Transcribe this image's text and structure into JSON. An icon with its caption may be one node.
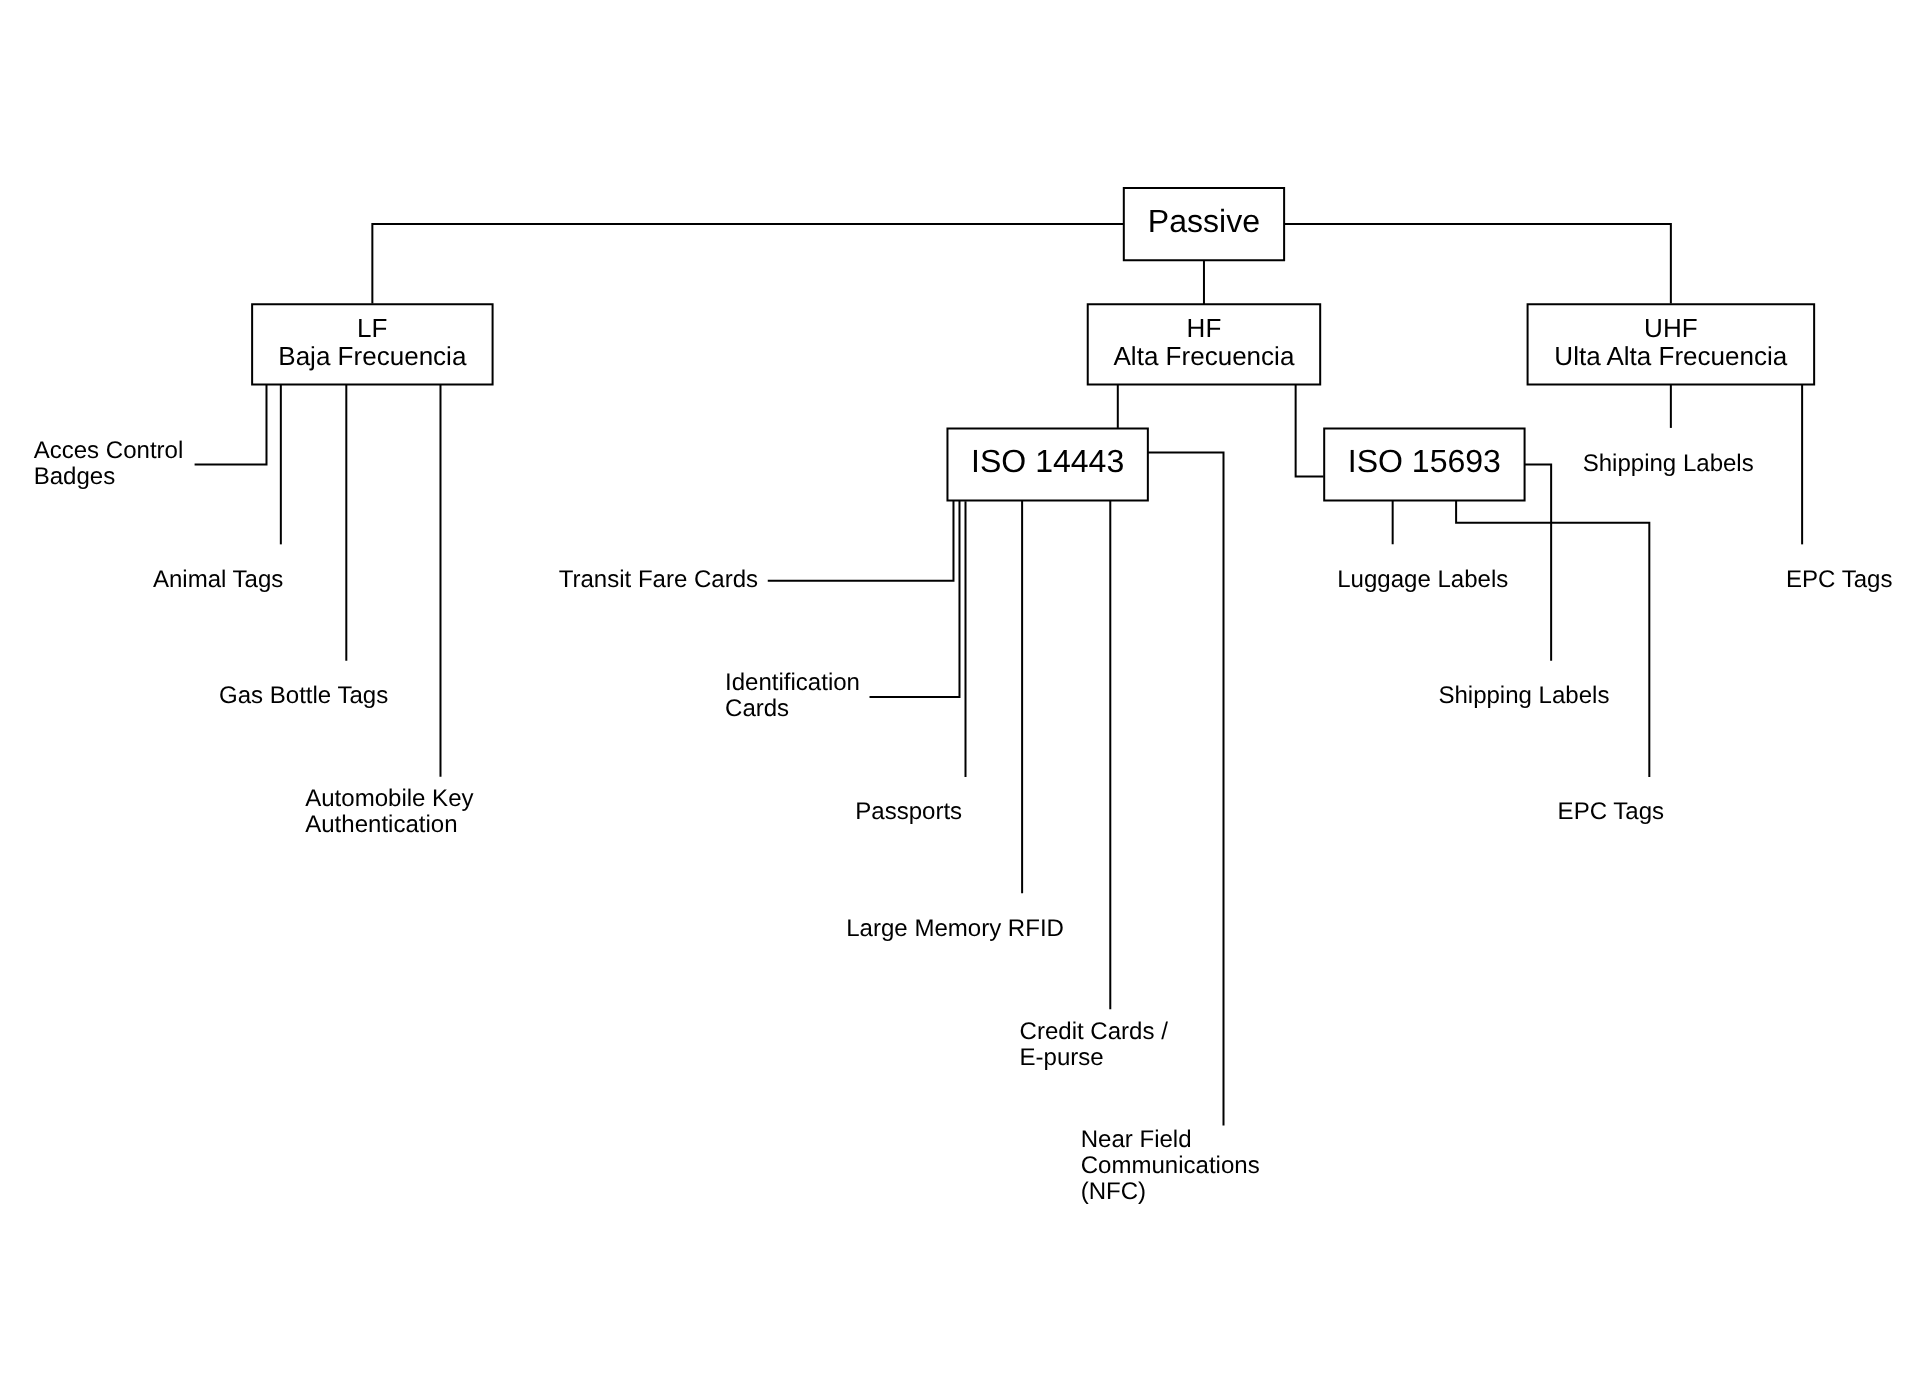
{
  "diagram": {
    "nodes": [
      {
        "text": [
          "Passive"
        ]
      },
      {
        "text": [
          "LF",
          "Baja Frecuencia"
        ]
      },
      {
        "text": [
          "HF",
          "Alta Frecuencia"
        ]
      },
      {
        "text": [
          "UHF",
          "Ulta Alta Frecuencia"
        ]
      },
      {
        "text": [
          "Acces Control Badges"
        ]
      },
      {
        "text": [
          "Animal Tags"
        ]
      },
      {
        "text": [
          "Gas Bottle Tags"
        ]
      },
      {
        "text": [
          "Automobile Key Authentication"
        ]
      },
      {
        "text": [
          "Shipping Labels"
        ]
      },
      {
        "text": [
          "EPC Tags"
        ]
      },
      {
        "text": [
          "ISO 14443"
        ]
      },
      {
        "text": [
          "ISO 15693"
        ]
      },
      {
        "text": [
          "Transit Fare Cards"
        ]
      },
      {
        "text": [
          "Identification Cards"
        ]
      },
      {
        "text": [
          "Passports"
        ]
      },
      {
        "text": [
          "Large Memory RFID"
        ]
      },
      {
        "text": [
          "Credit Cards / E-purse"
        ]
      },
      {
        "text": [
          "Near Field Communications (NFC)"
        ]
      },
      {
        "text": [
          "Luggage Labels"
        ]
      },
      {
        "text": [
          "Shipping Labels"
        ]
      },
      {
        "text": [
          "EPC Tags"
        ]
      }
    ],
    "edges": [
      {
        "from": 0,
        "to": 1,
        "arrow": "none"
      },
      {
        "from": 0,
        "to": 2,
        "arrow": "none"
      },
      {
        "from": 0,
        "to": 3,
        "arrow": "none"
      },
      {
        "from": 1,
        "to": 4,
        "arrow": "none"
      },
      {
        "from": 1,
        "to": 5,
        "arrow": "none"
      },
      {
        "from": 1,
        "to": 6,
        "arrow": "none"
      },
      {
        "from": 1,
        "to": 7,
        "arrow": "none"
      },
      {
        "from": 3,
        "to": 8,
        "arrow": "none"
      },
      {
        "from": 3,
        "to": 9,
        "arrow": "none"
      },
      {
        "from": 2,
        "to": 10,
        "arrow": "none"
      },
      {
        "from": 2,
        "to": 11,
        "arrow": "none"
      },
      {
        "from": 10,
        "to": 12,
        "arrow": "none"
      },
      {
        "from": 10,
        "to": 13,
        "arrow": "none"
      },
      {
        "from": 10,
        "to": 14,
        "arrow": "none"
      },
      {
        "from": 10,
        "to": 15,
        "arrow": "none"
      },
      {
        "from": 10,
        "to": 16,
        "arrow": "none"
      },
      {
        "from": 10,
        "to": 17,
        "arrow": "none"
      },
      {
        "from": 11,
        "to": 18,
        "arrow": "none"
      },
      {
        "from": 11,
        "to": 19,
        "arrow": "none"
      },
      {
        "from": 11,
        "to": 20,
        "arrow": "none"
      }
    ]
  }
}
